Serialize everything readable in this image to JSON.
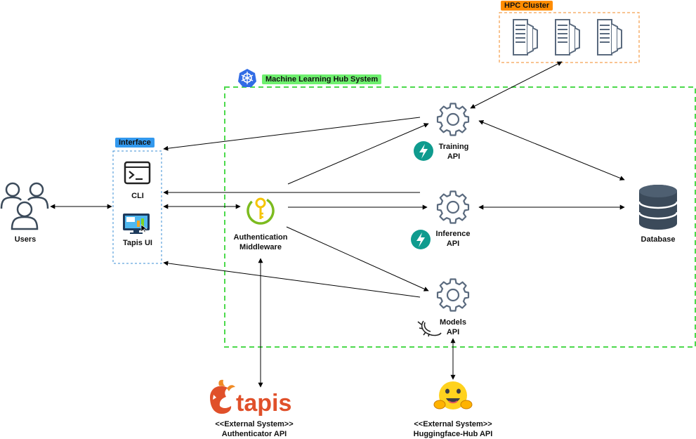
{
  "colors": {
    "system_border": "#4cd94c",
    "system_tag": "#6ef06e",
    "hpc_border": "#f08a24",
    "hpc_tag": "#ff8c00",
    "interface_border": "#3b8fd6",
    "interface_tag": "#3399ee",
    "gear": "#5a6a7e",
    "database": "#3b4a5a",
    "fastapi": "#0f9b8e",
    "auth": "#7cbb1f",
    "tapis": "#e0502a"
  },
  "hpc": {
    "title": "HPC Cluster",
    "icon": "server-rack-icon"
  },
  "system": {
    "title": "Machine Learning Hub System",
    "icon": "kubernetes-icon"
  },
  "interface": {
    "title": "Interface",
    "cli_label": "CLI",
    "tapis_ui_label": "Tapis UI",
    "cli_icon": "terminal-icon",
    "ui_icon": "monitor-icon"
  },
  "users": {
    "label": "Users",
    "icon": "users-icon"
  },
  "auth": {
    "line1": "Authentication",
    "line2": "Middleware",
    "icon": "key-icon"
  },
  "training": {
    "line1": "Training",
    "line2": "API",
    "icon": "gear-icon",
    "badge": "fastapi-icon"
  },
  "inference": {
    "line1": "Inference",
    "line2": "API",
    "icon": "gear-icon",
    "badge": "fastapi-icon"
  },
  "models": {
    "line1": "Models",
    "line2": "API",
    "icon": "gear-icon",
    "badge": "flask-icon"
  },
  "database": {
    "label": "Database",
    "icon": "database-icon"
  },
  "tapis_ext": {
    "logo_text": "tapis",
    "line1": "<<External System>>",
    "line2": "Authenticator API"
  },
  "hf_ext": {
    "line1": "<<External System>>",
    "line2": "Huggingface-Hub API",
    "icon": "hugging-face-icon"
  }
}
